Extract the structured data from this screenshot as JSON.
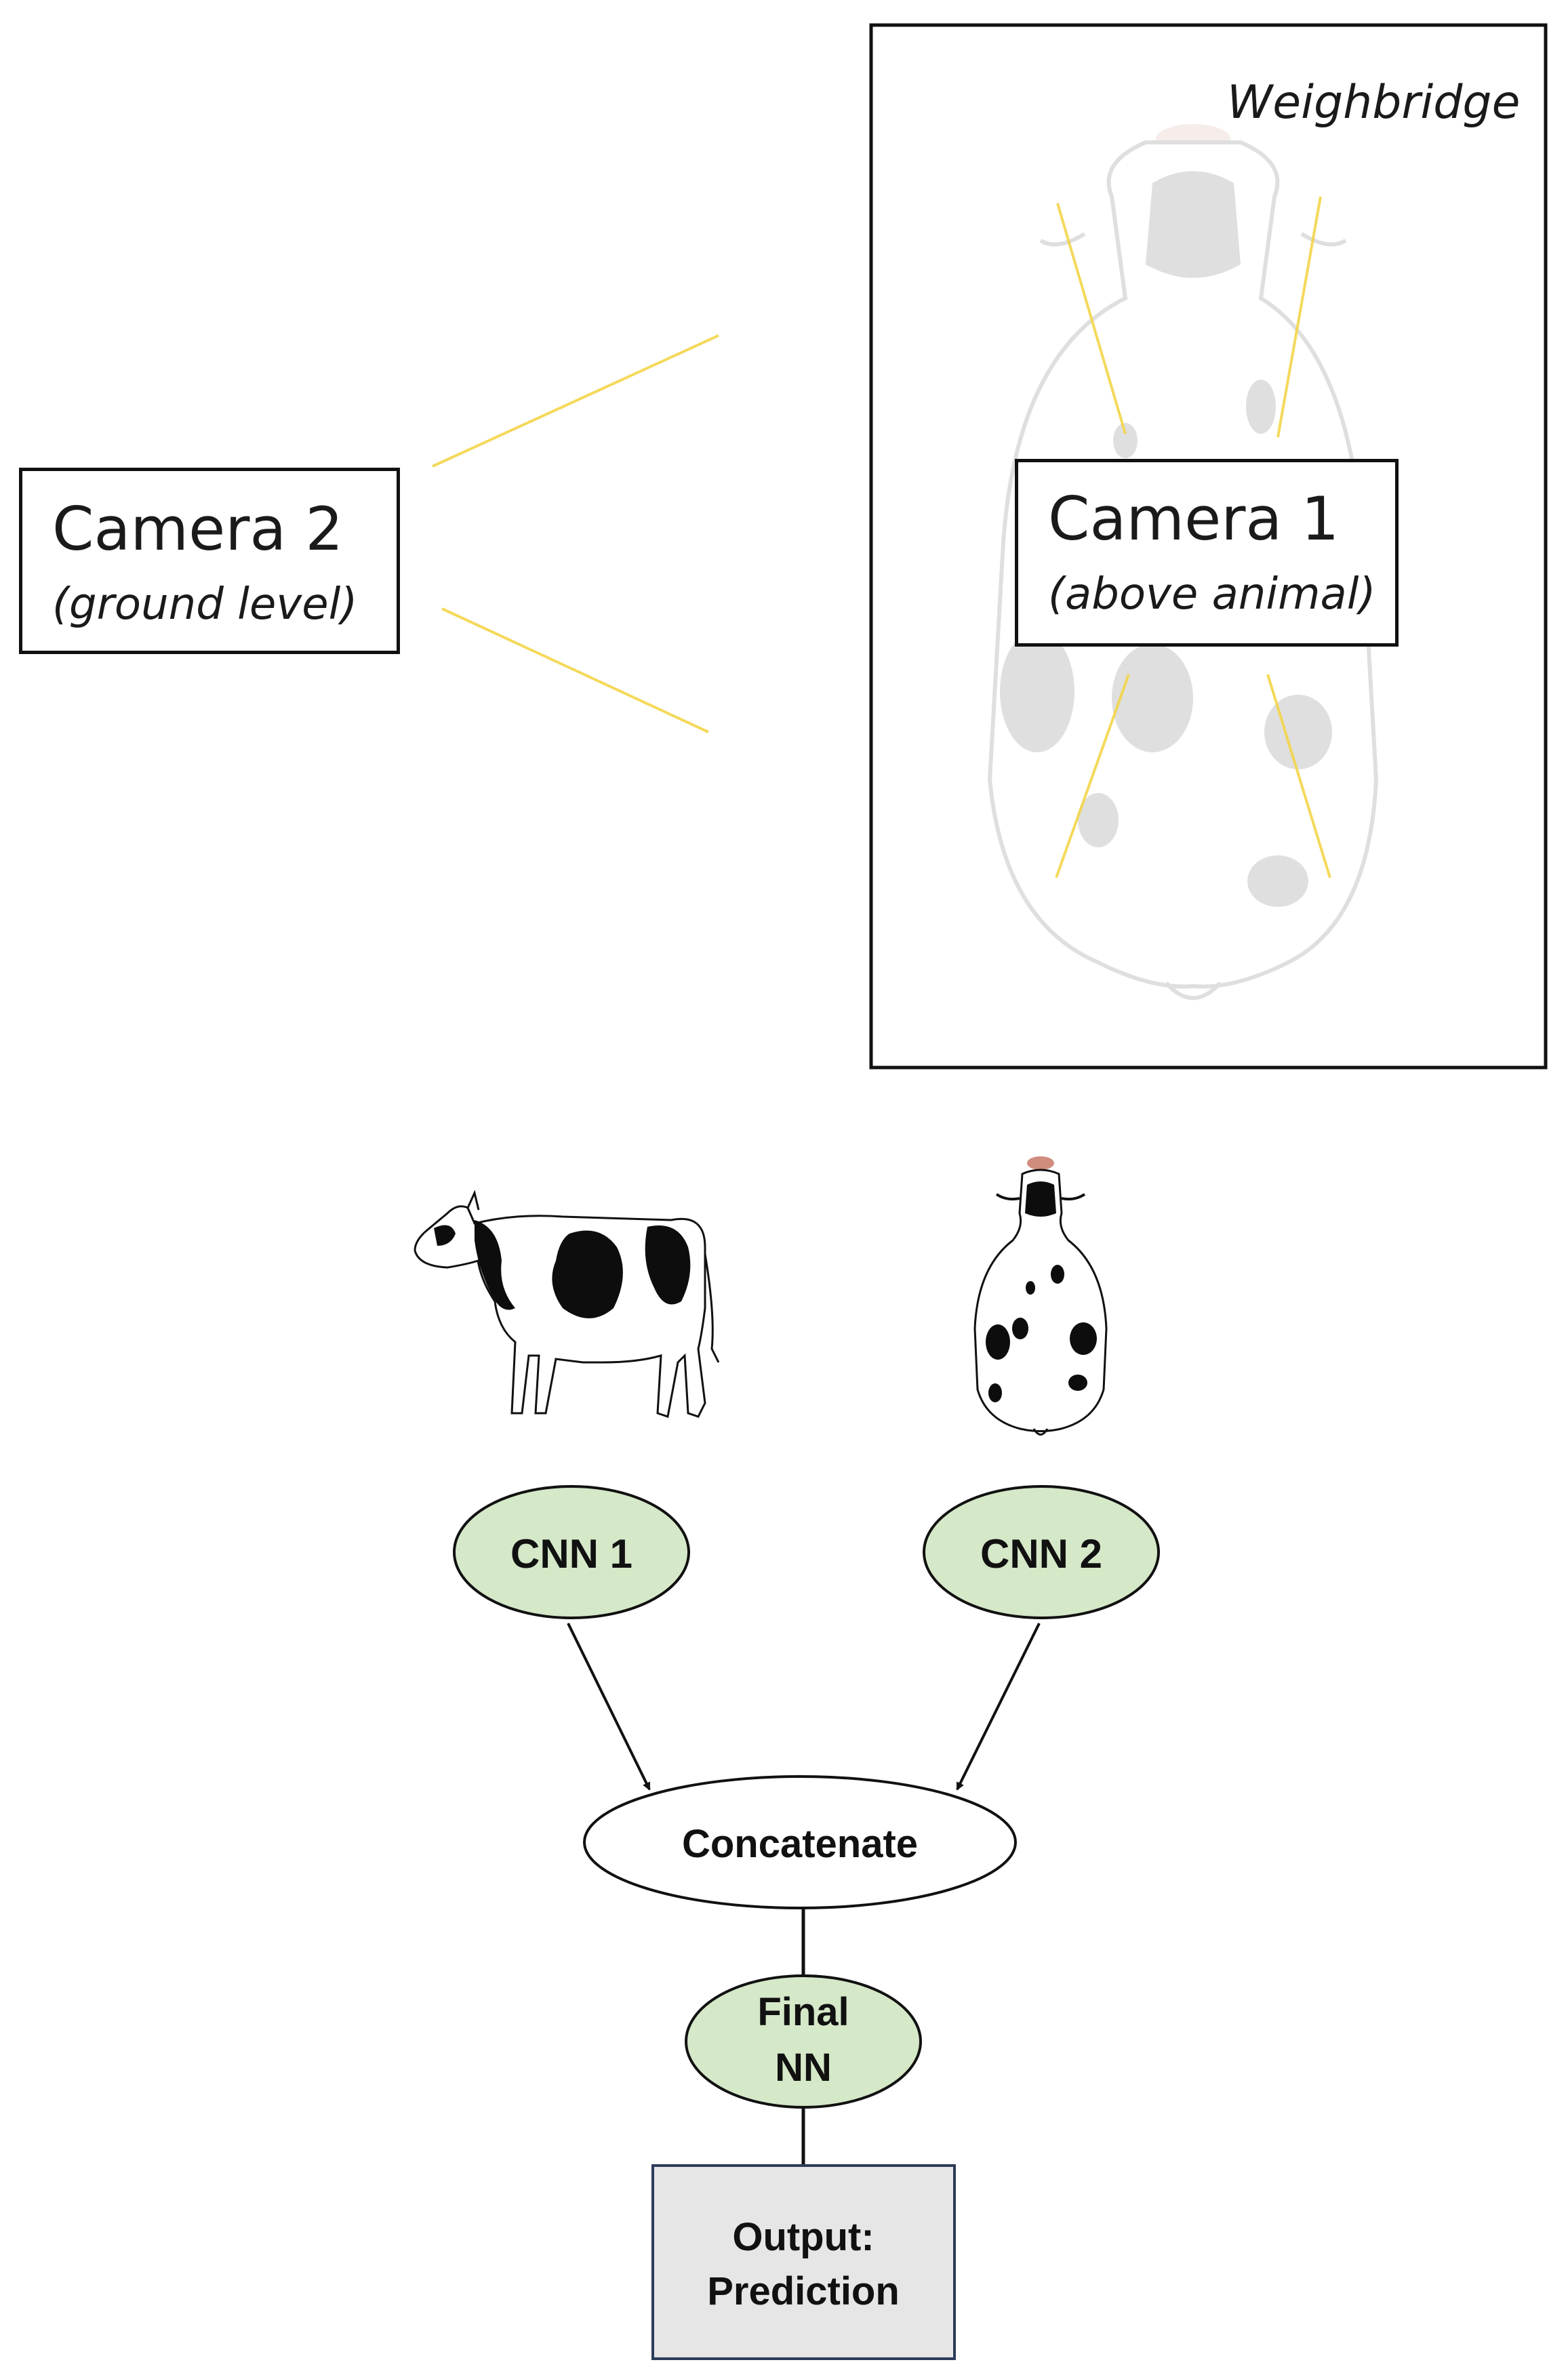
{
  "weighbridge": {
    "label": "Weighbridge"
  },
  "camera1": {
    "title": "Camera 1",
    "subtitle": "(above animal)"
  },
  "camera2": {
    "title": "Camera 2",
    "subtitle": "(ground level)"
  },
  "nodes": {
    "cnn1": "CNN 1",
    "cnn2": "CNN 2",
    "concatenate": "Concatenate",
    "final_nn_line1": "Final",
    "final_nn_line2": "NN",
    "output_line1": "Output:",
    "output_line2": "Prediction"
  },
  "colors": {
    "node_fill": "#d5e8c8",
    "node_stroke": "#111111",
    "output_fill": "#e6e6e6",
    "output_stroke": "#2d3b5a",
    "fov_line": "#f3d54a",
    "cow_patch": "#0d0d0d"
  },
  "icons": [
    "cow-side-view-icon",
    "cow-top-view-icon",
    "cow-top-view-faded-icon"
  ]
}
